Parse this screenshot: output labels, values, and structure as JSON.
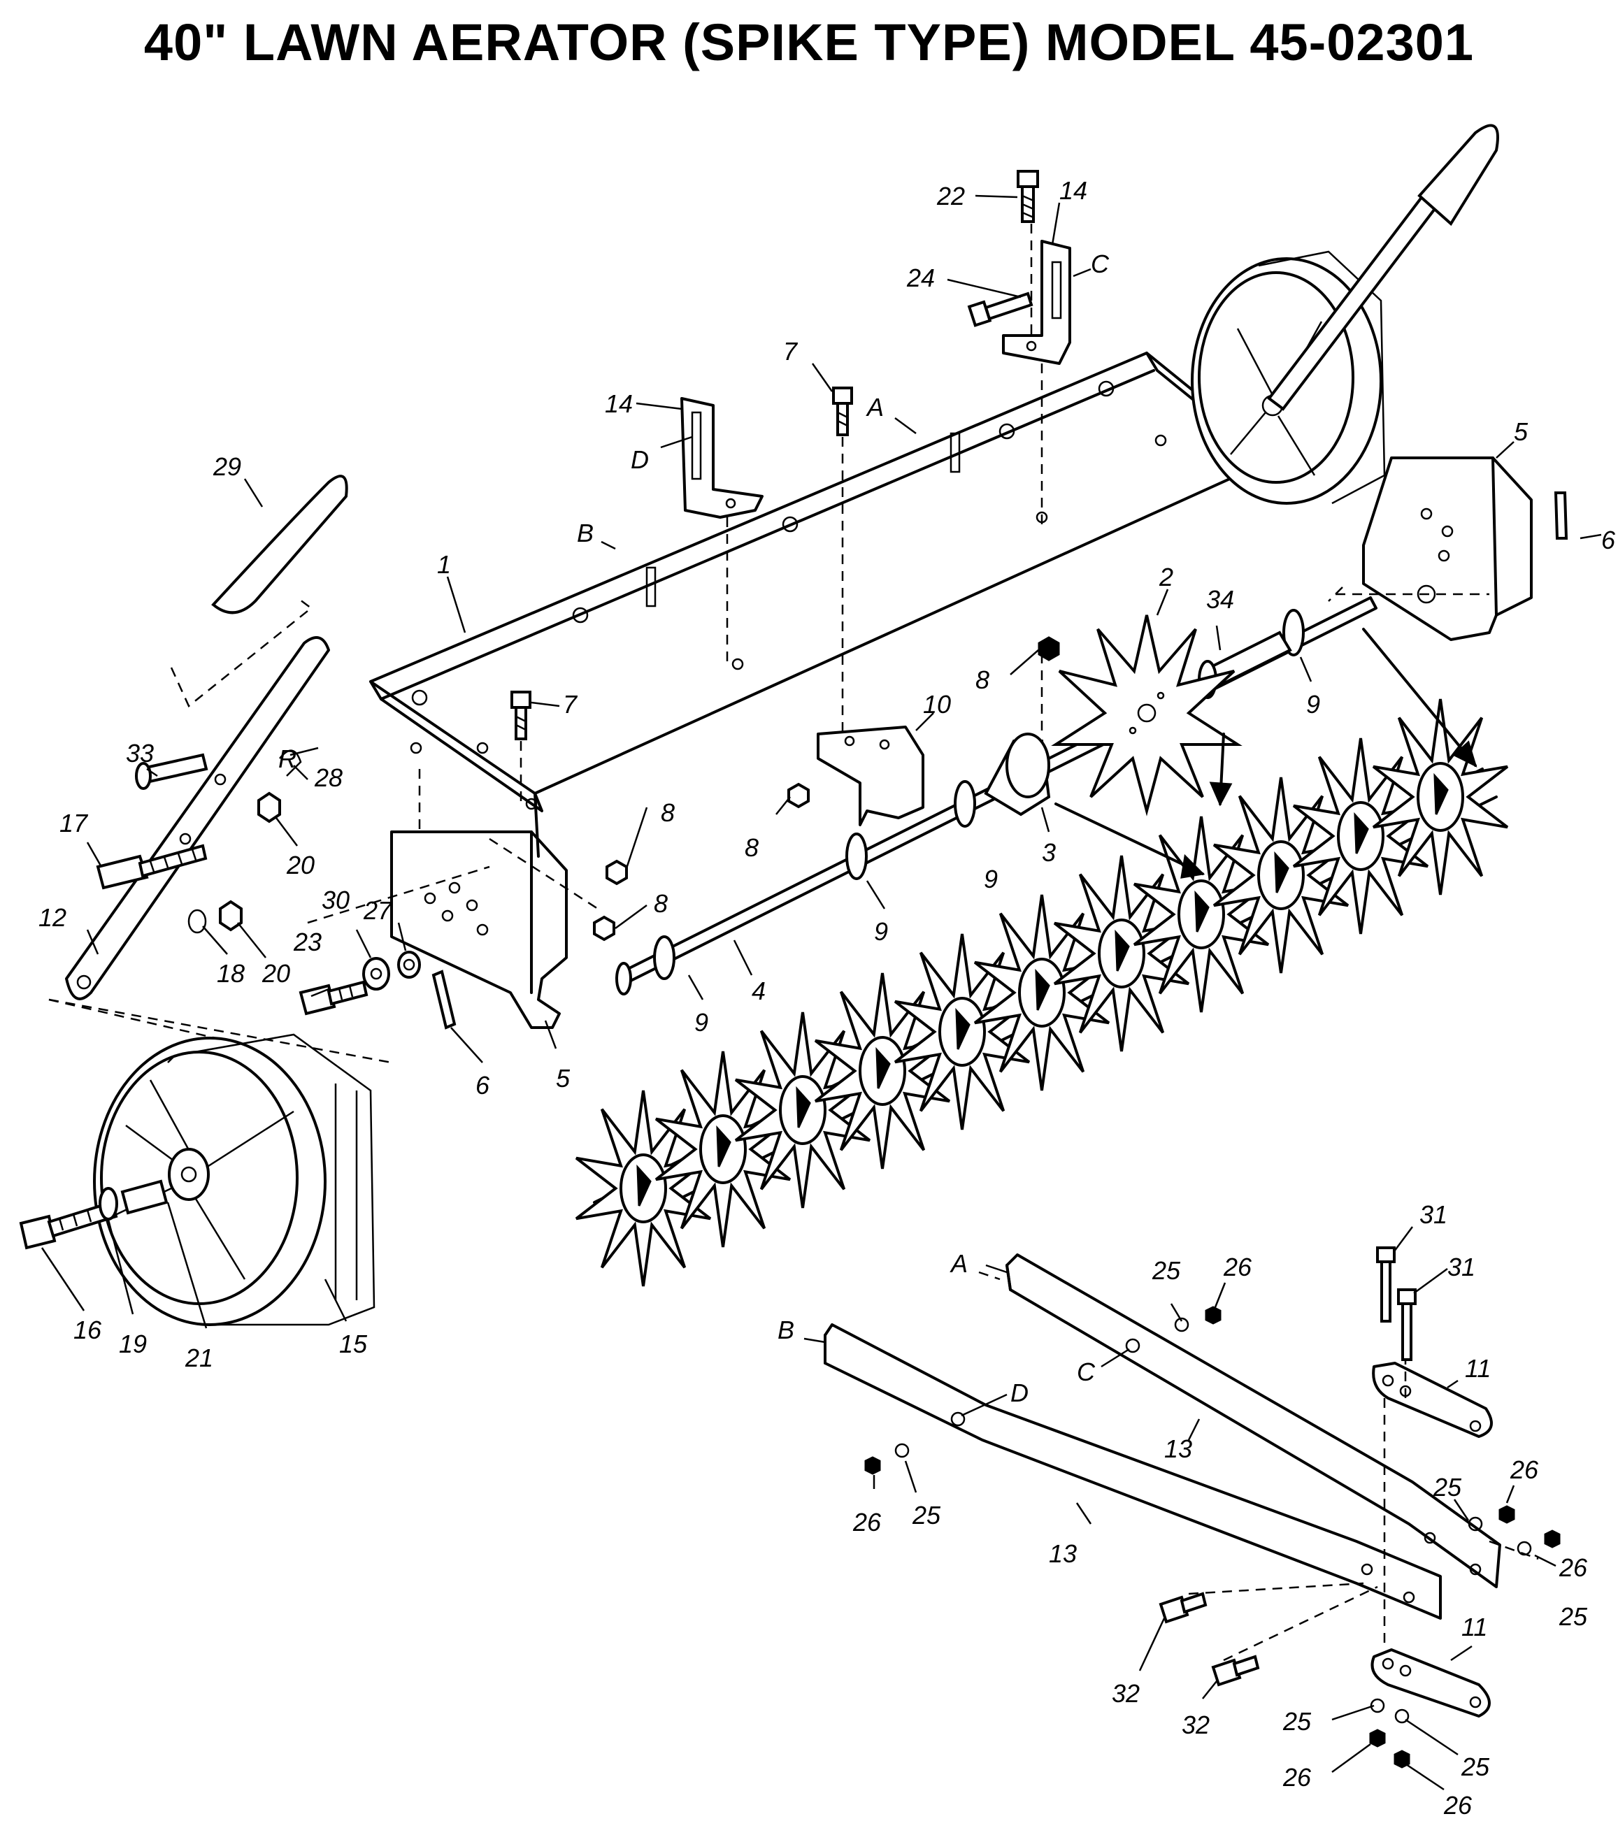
{
  "title": "40\" LAWN AERATOR (SPIKE TYPE) MODEL 45-02301",
  "callouts": [
    {
      "id": "c22",
      "text": "22"
    },
    {
      "id": "c14a",
      "text": "14"
    },
    {
      "id": "c24",
      "text": "24"
    },
    {
      "id": "cC1",
      "text": "C"
    },
    {
      "id": "c7a",
      "text": "7"
    },
    {
      "id": "cA1",
      "text": "A"
    },
    {
      "id": "c14b",
      "text": "14"
    },
    {
      "id": "cD1",
      "text": "D"
    },
    {
      "id": "c29",
      "text": "29"
    },
    {
      "id": "cB1",
      "text": "B"
    },
    {
      "id": "c1",
      "text": "1"
    },
    {
      "id": "c2",
      "text": "2"
    },
    {
      "id": "c34",
      "text": "34"
    },
    {
      "id": "c5a",
      "text": "5"
    },
    {
      "id": "c6a",
      "text": "6"
    },
    {
      "id": "c8a",
      "text": "8"
    },
    {
      "id": "c9a",
      "text": "9"
    },
    {
      "id": "c10",
      "text": "10"
    },
    {
      "id": "c7b",
      "text": "7"
    },
    {
      "id": "c33",
      "text": "33"
    },
    {
      "id": "c28",
      "text": "28"
    },
    {
      "id": "cR",
      "text": "R"
    },
    {
      "id": "c17",
      "text": "17"
    },
    {
      "id": "c20a",
      "text": "20"
    },
    {
      "id": "c8b",
      "text": "8"
    },
    {
      "id": "c8c",
      "text": "8"
    },
    {
      "id": "c9b",
      "text": "9"
    },
    {
      "id": "c3",
      "text": "3"
    },
    {
      "id": "c12",
      "text": "12"
    },
    {
      "id": "c30",
      "text": "30"
    },
    {
      "id": "c27",
      "text": "27"
    },
    {
      "id": "c8d",
      "text": "8"
    },
    {
      "id": "c9c",
      "text": "9"
    },
    {
      "id": "c18",
      "text": "18"
    },
    {
      "id": "c20b",
      "text": "20"
    },
    {
      "id": "c23",
      "text": "23"
    },
    {
      "id": "c4",
      "text": "4"
    },
    {
      "id": "c6b",
      "text": "6"
    },
    {
      "id": "c5b",
      "text": "5"
    },
    {
      "id": "c9d",
      "text": "9"
    },
    {
      "id": "c16",
      "text": "16"
    },
    {
      "id": "c19",
      "text": "19"
    },
    {
      "id": "c21",
      "text": "21"
    },
    {
      "id": "c15",
      "text": "15"
    },
    {
      "id": "cA2",
      "text": "A"
    },
    {
      "id": "c25a",
      "text": "25"
    },
    {
      "id": "c26a",
      "text": "26"
    },
    {
      "id": "c31a",
      "text": "31"
    },
    {
      "id": "c31b",
      "text": "31"
    },
    {
      "id": "cB2",
      "text": "B"
    },
    {
      "id": "cC2",
      "text": "C"
    },
    {
      "id": "cD2",
      "text": "D"
    },
    {
      "id": "c11a",
      "text": "11"
    },
    {
      "id": "c13a",
      "text": "13"
    },
    {
      "id": "c26b",
      "text": "26"
    },
    {
      "id": "c25b",
      "text": "25"
    },
    {
      "id": "c25c",
      "text": "25"
    },
    {
      "id": "c26c",
      "text": "26"
    },
    {
      "id": "c13b",
      "text": "13"
    },
    {
      "id": "c26d",
      "text": "26"
    },
    {
      "id": "c25d",
      "text": "25"
    },
    {
      "id": "c32a",
      "text": "32"
    },
    {
      "id": "c32b",
      "text": "32"
    },
    {
      "id": "c11b",
      "text": "11"
    },
    {
      "id": "c25e",
      "text": "25"
    },
    {
      "id": "c25f",
      "text": "25"
    },
    {
      "id": "c26e",
      "text": "26"
    },
    {
      "id": "c26f",
      "text": "26"
    }
  ]
}
